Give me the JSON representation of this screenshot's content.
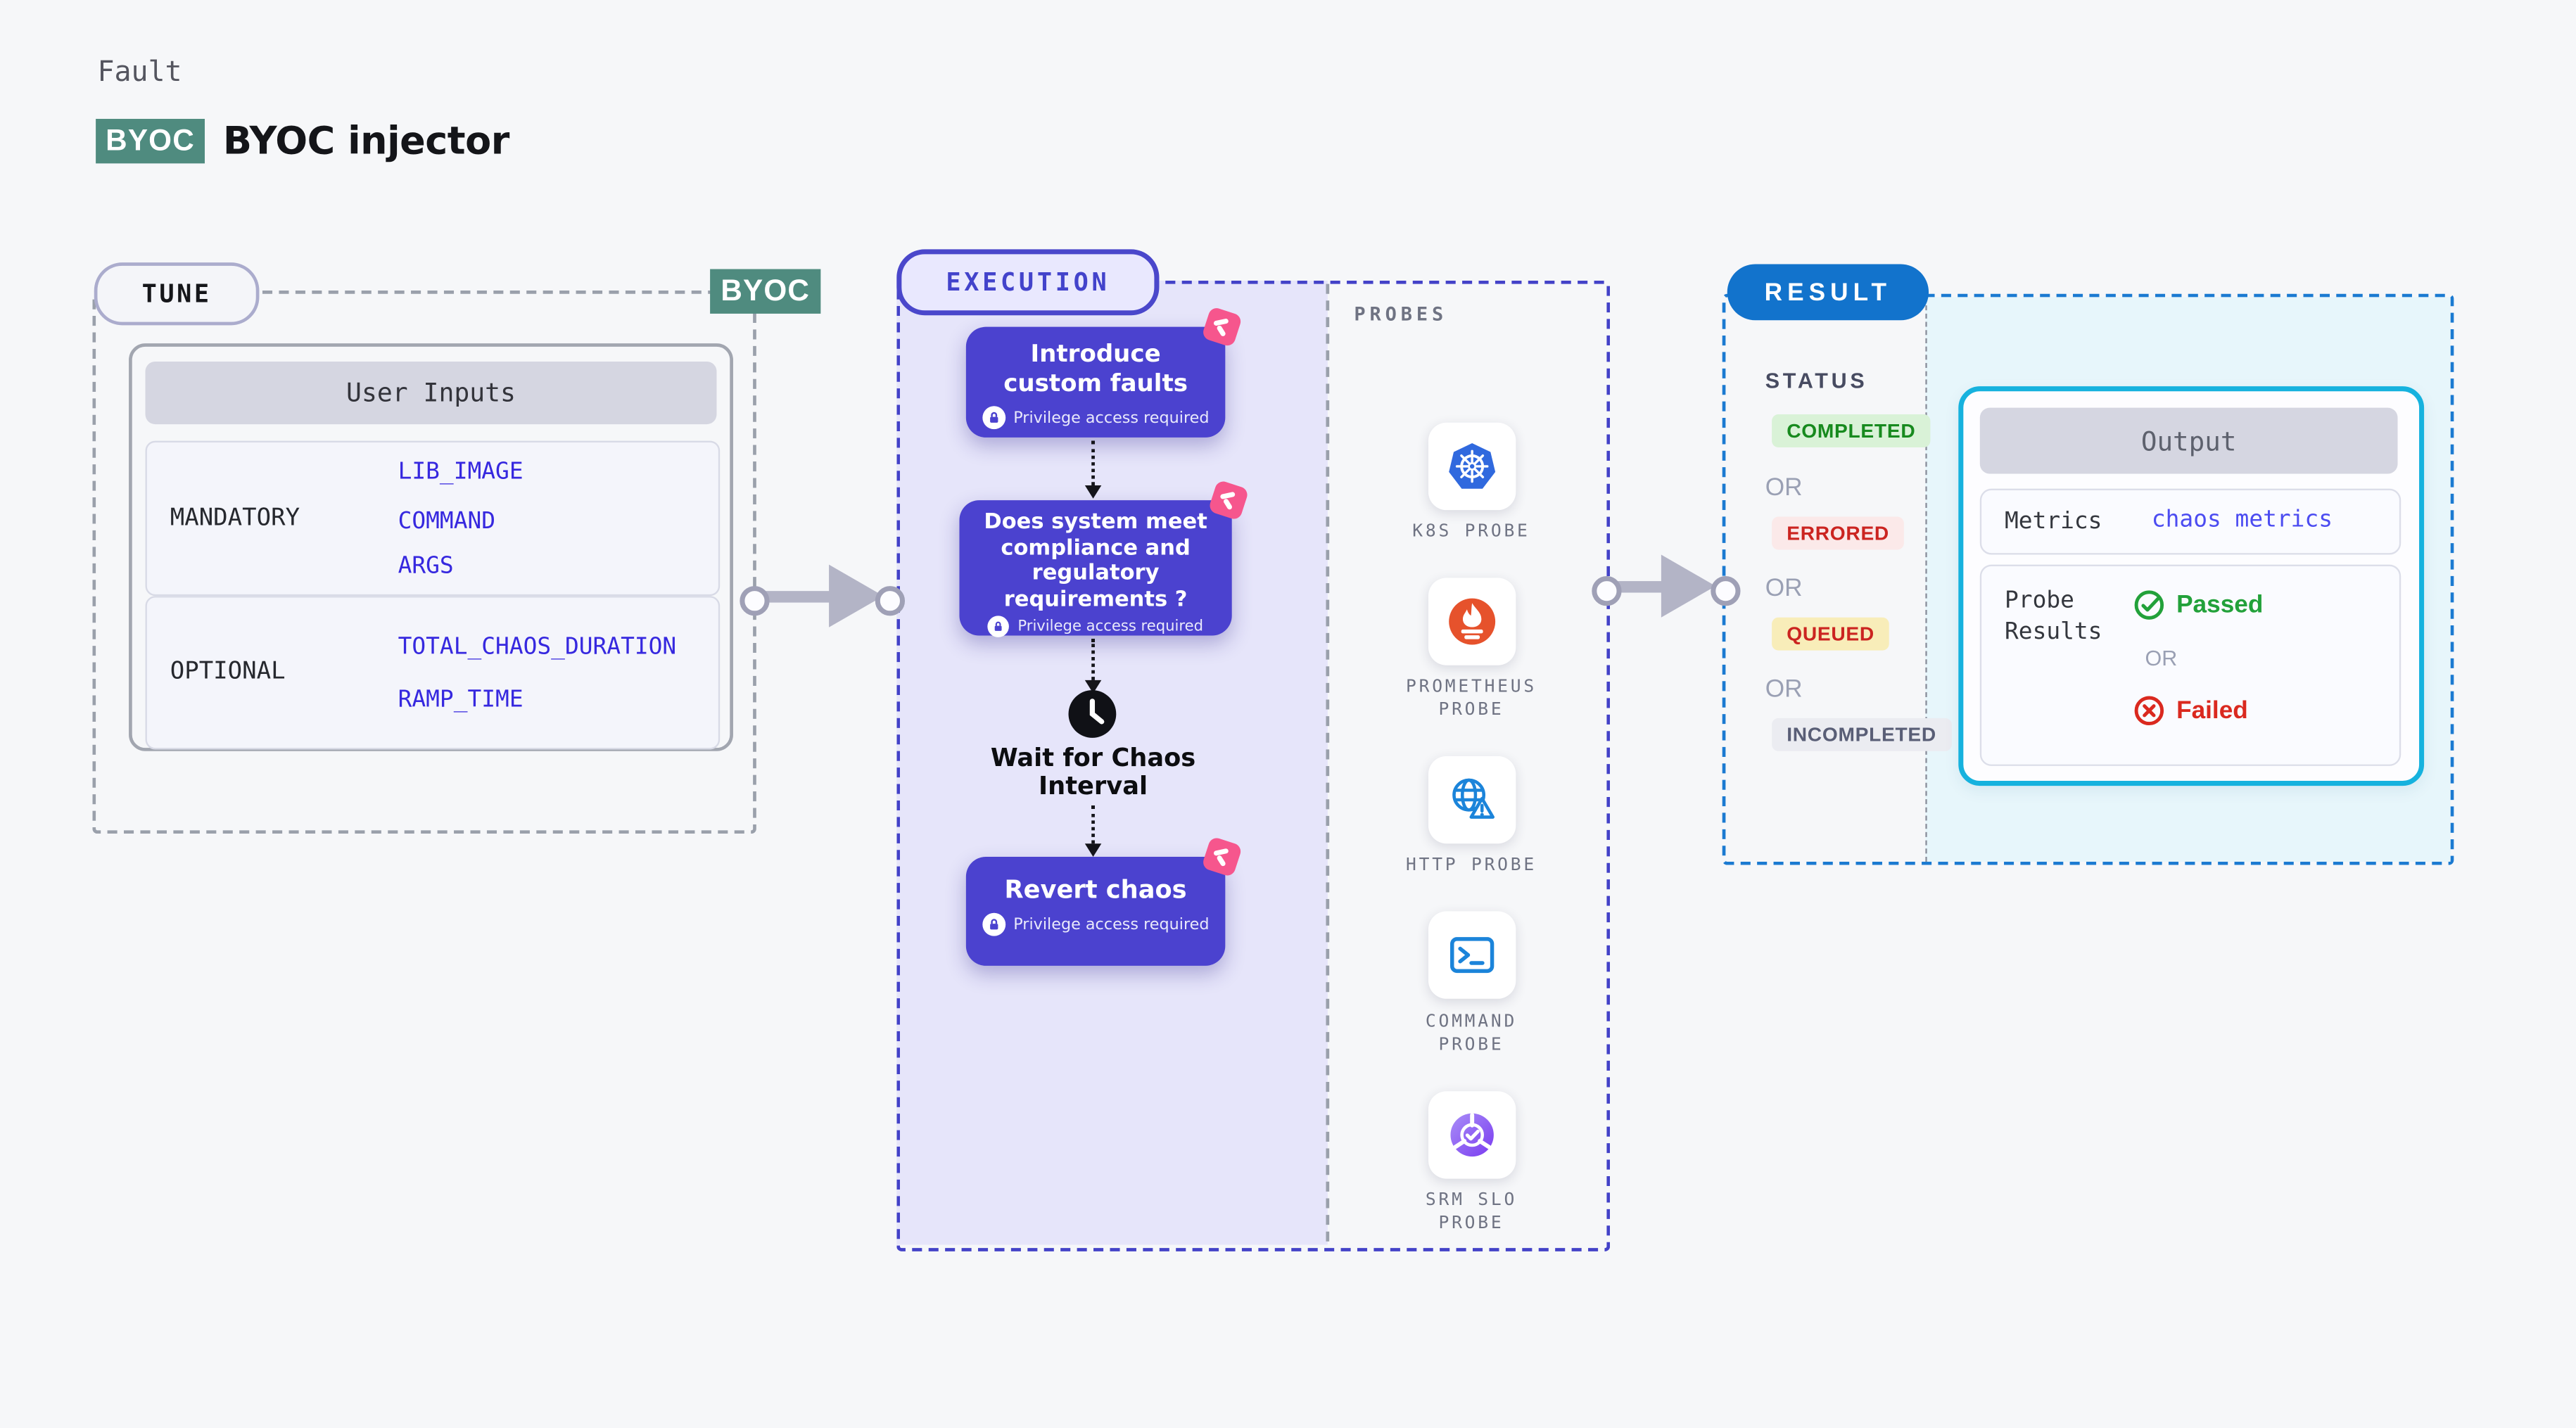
{
  "page": {
    "kicker": "Fault",
    "badge": "BYOC",
    "title": "BYOC injector"
  },
  "colors": {
    "brand_teal": "#4f8b7f",
    "step_purple": "#4b42cf",
    "execution_border": "#4342c8",
    "result_blue": "#1273cc",
    "output_border": "#16b2de",
    "pin_pink": "#f6568d",
    "param_blue": "#3628df",
    "passed_green": "#22a13a",
    "failed_red": "#da291f"
  },
  "tune": {
    "label": "TUNE",
    "corner_badge": "BYOC",
    "table": {
      "header": "User Inputs",
      "rows": [
        {
          "label": "MANDATORY",
          "params": [
            "LIB_IMAGE",
            "COMMAND",
            "ARGS"
          ]
        },
        {
          "label": "OPTIONAL",
          "params": [
            "TOTAL_CHAOS_DURATION",
            "RAMP_TIME"
          ]
        }
      ]
    }
  },
  "execution": {
    "label": "EXECUTION",
    "steps": [
      {
        "title": "Introduce custom faults",
        "note": "Privilege access required"
      },
      {
        "title": "Does system meet compliance and regulatory requirements ?",
        "note": "Privilege access required"
      },
      {
        "title": "Wait for Chaos Interval"
      },
      {
        "title": "Revert chaos",
        "note": "Privilege access required"
      }
    ],
    "probes": {
      "label": "PROBES",
      "items": [
        {
          "name": "K8S PROBE",
          "icon": "kubernetes-icon"
        },
        {
          "name": "PROMETHEUS PROBE",
          "icon": "prometheus-icon"
        },
        {
          "name": "HTTP PROBE",
          "icon": "http-icon"
        },
        {
          "name": "COMMAND PROBE",
          "icon": "command-icon"
        },
        {
          "name": "SRM SLO PROBE",
          "icon": "srm-slo-icon"
        }
      ]
    }
  },
  "result": {
    "label": "RESULT",
    "status": {
      "label": "STATUS",
      "or_label": "OR",
      "badges": [
        {
          "text": "COMPLETED",
          "kind": "completed"
        },
        {
          "text": "ERRORED",
          "kind": "errored"
        },
        {
          "text": "QUEUED",
          "kind": "queued"
        },
        {
          "text": "INCOMPLETED",
          "kind": "incompleted"
        }
      ]
    },
    "output": {
      "header": "Output",
      "metrics": {
        "label": "Metrics",
        "value": "chaos metrics"
      },
      "probe_results": {
        "label": "Probe Results",
        "passed": "Passed",
        "or": "OR",
        "failed": "Failed"
      }
    }
  }
}
